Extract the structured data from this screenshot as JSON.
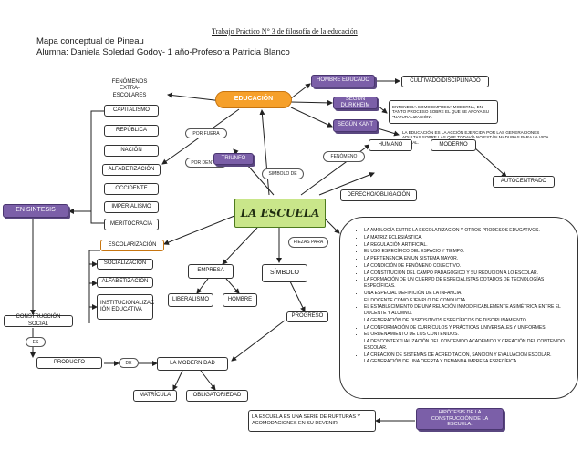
{
  "header": {
    "title": "Trabajo Práctico N° 3 de filosofía de la educación",
    "subtitle": "Mapa conceptual de Pineau",
    "author": "Alumna: Daniela Soledad Godoy- 1 año-Profesora Patricia Blanco"
  },
  "nodes": {
    "educacion": "EDUCACIÓN",
    "la_escuela": "LA ESCUELA",
    "fenomenos": "FENÓMENOS EXTRA-ESCOLARES",
    "capitalismo": "CAPITALISMO",
    "republica": "REPÚBLICA",
    "nacion": "NACIÓN",
    "alfabetizacion_top": "ALFABETIZACIÓN",
    "occidente": "OCCIDENTE",
    "imperialismo": "IMPERIALISMO",
    "meritocracia": "MERITOCRACIA",
    "en_sintesis": "EN SINTESIS",
    "escolarizacion": "ESCOLARIZACIÓN",
    "socializacion": "SOCIALIZACIÓN",
    "alfabetizacion_low": "ALFABETIZACIÓN",
    "institucionalizacion": "INSTITUCIONALIZAC IÓN EDUCATIVA",
    "empresa": "EMPRESA",
    "liberalismo": "LIBERALISMO",
    "hombre": "HOMBRE",
    "simbolo": "SÍMBOLO",
    "construccion_social": "CONSTRUCCIÓN SOCIAL",
    "producto": "PRODUCTO",
    "la_modernidad": "LA MODERNIDAD",
    "matricula": "MATRÍCULA",
    "obligatoriedad": "OBLIGATORIEDAD",
    "progreso": "PROGRESO",
    "hombre_educado": "HOMBRE EDUCADO",
    "cultivado": "CULTIVADO/DISCIPLINADO",
    "segun_durkheim": "SEGÚN DURKHEIM",
    "durkheim_text": "ENTENDIDA COMO EMPRESA MODERNA, EN TANTO PROCESO SOBRE EL QUE SE APOYA SU \"NATURALIZACIÓN\".",
    "segun_kant": "SEGÚN KANT",
    "kant_text": "LA EDUCACIÓN ES LA ACCIÓN EJERCIDA POR LAS GENERACIONES ADULTAS SOBRE LAS QUE TODAVÍA NO ESTÁN MADURAS PARA LA VIDA SOCIAL.",
    "humano": "HUMANO",
    "moderno": "MODERNO",
    "autocentrado": "AUTOCENTRADO",
    "derecho": "DERECHO/OBLIGACIÓN",
    "triunfo": "TRIUNFO",
    "escuela_serie": "LA ESCUELA ES UNA SERIE DE RUPTURAS Y ACOMODACIONES EN SU DEVENIR.",
    "hipotesis": "HIPÓTESIS DE LA CONSTRUCCIÓN DE LA ESCUELA."
  },
  "links": {
    "por_fuera": "POR FUERA",
    "por_dentro": "POR DENTRO",
    "simbolo_de": "SIMBOLO DE",
    "fenomeno": "FENÓMENO",
    "piezas_para": "PIEZAS PARA",
    "es": "ES",
    "de": "DE"
  },
  "piezas": [
    "LA AMOLOGÍA ENTRE LA ESCOLARIZACION Y OTROS PRODESOS EDUCATIVOS.",
    "LA MATRIZ ECLESIÁSTICA.",
    "LA REGULACIÓN ARTIFICIAL.",
    "EL USO ESPECÍFICO DEL ESPACIO Y TIEMPO.",
    "LA PERTENENCIA EN UN SISTEMA MAYOR.",
    "LA CONDICIÓN DE FENÓMENO COLECTIVO.",
    "LA CONSTITUCIÓN DEL CAMPO PADAGÓGICO Y SU REDUCIÓN A LO ESCOLAR.",
    "LA FORMACIÓN DE UN CUERPO DE ESPECIALISTAS DOTADOS DE TECNOLOGÍAS ESPECÍFICAS.",
    "UNA ESPECIAL DEFINICIÓN DE LA INFANCIA.",
    "EL DOCENTE COMO EJEMPLO DE CONDUCTA.",
    "EL ESTABLECIMIENTO DE UNA RELACIÓN INMODIFICABLEMENTE ASIMÉTRICA ENTRE EL DOCENTE Y ALUMNO.",
    "LA GENERACIÓN DE DISPOSITIVOS ESPECÍFICOS DE DISCIPLINAMIENTO.",
    "LA CONFORMACIÓN DE CURRÍCULOS Y PRÁCTICAS UNIVERSALES Y UNIFORMES.",
    "EL ORDENAMIENTO DE LOS CONTENIDOS.",
    "LA DESCONTEXTUALIZACIÓN DEL CONTENIDO ACADÉMICO Y CREACIÓN DEL CONTENIDO ESCOLAR.",
    "LA CREACIÓN DE SISTEMAS DE ACREDITACIÓN, SANCIÓN Y EVALUACIÓN ESCOLAR.",
    "LA GENERACIÓN DE UNA OFERTA Y DEMANDA IMPRESA ESPECÍFICA"
  ]
}
